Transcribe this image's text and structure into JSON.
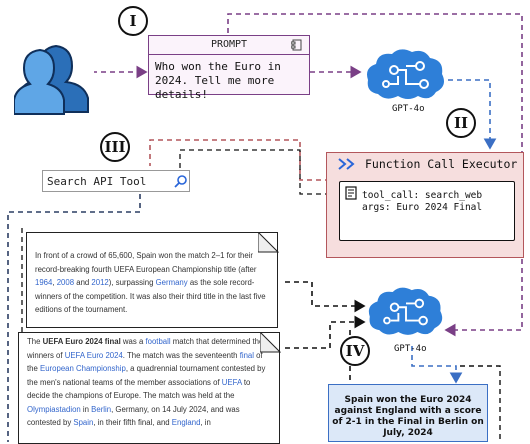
{
  "steps": {
    "one": "I",
    "two": "II",
    "three": "III",
    "four": "IV"
  },
  "prompt": {
    "title": "PROMPT",
    "text": "Who won the Euro in 2024. Tell me more details!"
  },
  "gpt_top": {
    "label": "GPT-4o"
  },
  "gpt_bottom": {
    "label": "GPT-4o"
  },
  "search_tool": {
    "label": "Search API Tool"
  },
  "function_executor": {
    "title": "Function Call Executor",
    "code_line1": "tool_call: search_web",
    "code_line2": "args: Euro 2024 Final"
  },
  "doc1": {
    "t1": "In front of a crowd of 65,600, Spain won the match 2–1 for their record-breaking fourth UEFA European Championship title (after ",
    "l1": "1964",
    "t2": ", ",
    "l2": "2008",
    "t3": " and ",
    "l3": "2012",
    "t4": "), surpassing ",
    "l4": "Germany",
    "t5": " as the sole record-winners of the competition. It was also their third title in the last five editions of the tournament."
  },
  "doc2": {
    "t1": "The ",
    "b1": "UEFA Euro 2024 final",
    "t2": " was a ",
    "l1": "football",
    "t3": " match that determined the winners of ",
    "l2": "UEFA Euro 2024",
    "t4": ". The match was the seventeenth ",
    "l3": "final",
    "t5": " of the ",
    "l4": "European Championship",
    "t6": ", a quadrennial tournament contested by the men's national teams of the member associations of ",
    "l5": "UEFA",
    "t7": " to decide the champions of Europe. The match was held at the ",
    "l6": "Olympiastadion",
    "t8": " in ",
    "l7": "Berlin",
    "t9": ", Germany, on 14 July 2024, and was contested by ",
    "l8": "Spain",
    "t10": ", in their fifth final, and ",
    "l9": "England",
    "t11": ", in"
  },
  "answer": {
    "text": "Spain won the Euro 2024 against England with a score of 2-1 in the Final in Berlin on July, 2024"
  },
  "colors": {
    "purple": "#7a3f86",
    "blue": "#3b6fc4",
    "red": "#b3575c",
    "navy": "#2c3e63"
  }
}
